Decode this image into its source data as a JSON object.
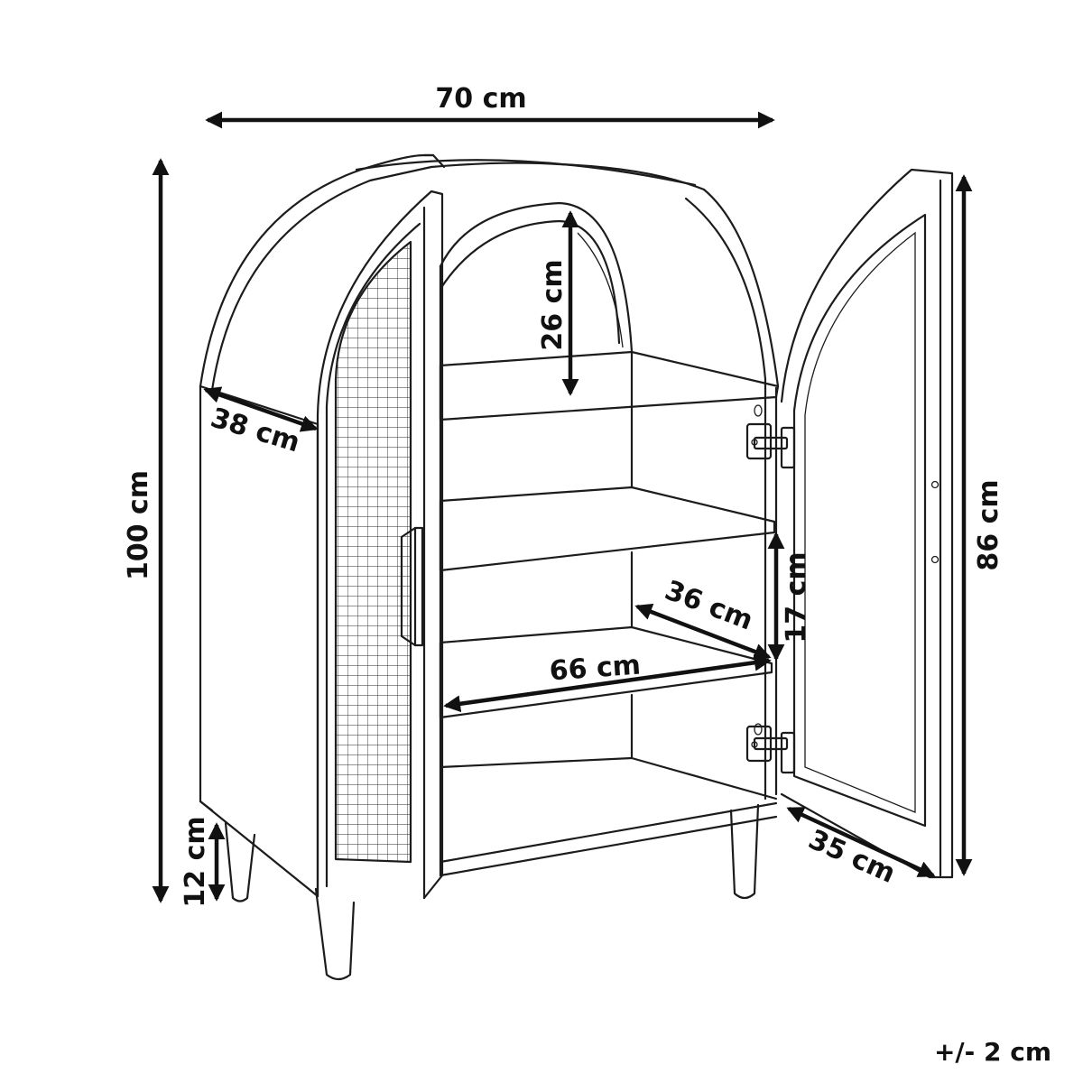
{
  "dimensions": {
    "width": "70 cm",
    "height": "100 cm",
    "depth": "38 cm",
    "top_compartment": "26 cm",
    "door_height": "86 cm",
    "shelf_spacing": "17 cm",
    "shelf_depth": "36 cm",
    "shelf_width": "66 cm",
    "leg_height": "12 cm",
    "door_width": "35 cm"
  },
  "tolerance": "+/- 2 cm",
  "colors": {
    "ink": "#1c1c1c",
    "background": "#ffffff"
  }
}
